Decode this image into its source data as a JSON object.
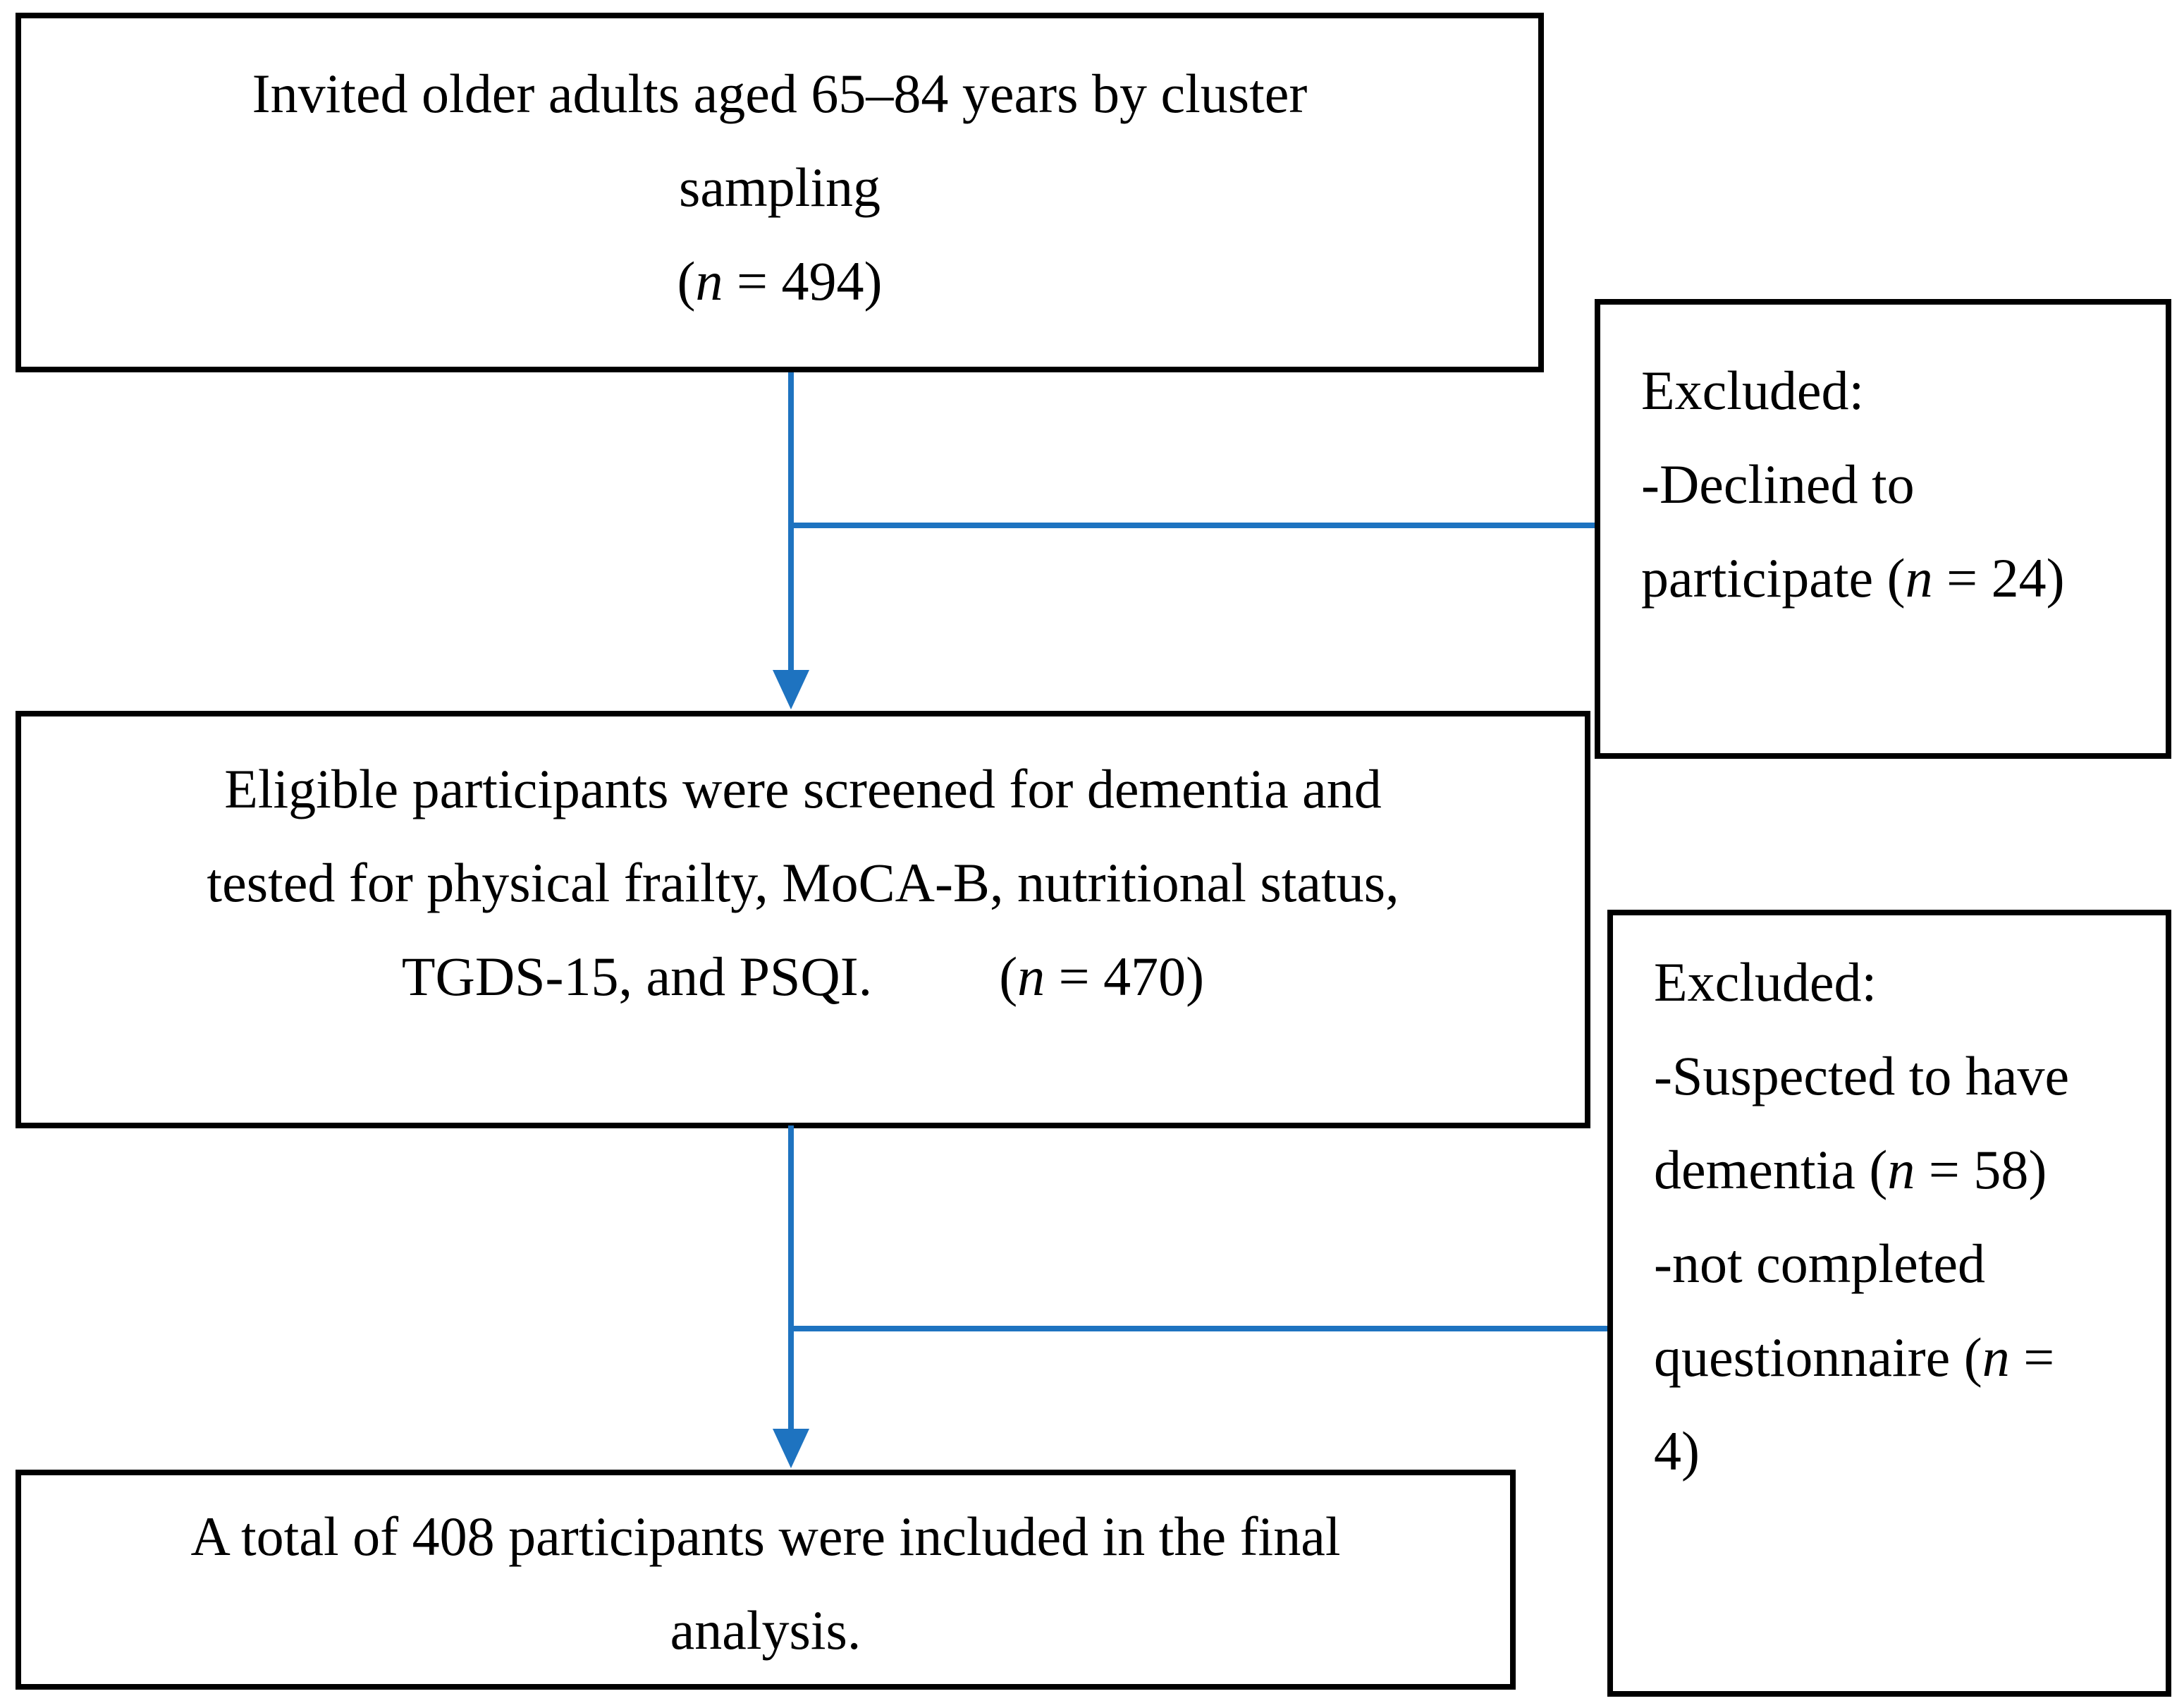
{
  "palette": {
    "connector_blue": "#1e73c0",
    "border_black": "#000000",
    "text_black": "#000000",
    "background": "#ffffff"
  },
  "figure": {
    "type": "participant-flow-diagram"
  },
  "boxes": {
    "invited": {
      "lines": [
        [
          {
            "t": "Invited older adults aged 65–84 years by cluster"
          }
        ],
        [
          {
            "t": "sampling"
          }
        ],
        [
          {
            "t": "("
          },
          {
            "t": "n",
            "i": true
          },
          {
            "t": " = 494)"
          }
        ]
      ]
    },
    "excluded_top": {
      "lines": [
        [
          {
            "t": "Excluded:"
          }
        ],
        [
          {
            "t": "-Declined to"
          }
        ],
        [
          {
            "t": "participate ("
          },
          {
            "t": "n",
            "i": true
          },
          {
            "t": " = 24)"
          }
        ]
      ]
    },
    "eligible": {
      "lines": [
        [
          {
            "t": "Eligible participants were screened for dementia and"
          }
        ],
        [
          {
            "t": "tested for physical frailty, MoCA-B, nutritional status,"
          }
        ],
        [
          {
            "t": "TGDS-15, and PSQI."
          },
          {
            "gap": true
          },
          {
            "t": "("
          },
          {
            "t": "n",
            "i": true
          },
          {
            "t": " = 470)"
          }
        ]
      ]
    },
    "excluded_bottom": {
      "lines": [
        [
          {
            "t": "Excluded:"
          }
        ],
        [
          {
            "t": "-Suspected to have"
          }
        ],
        [
          {
            "t": "dementia ("
          },
          {
            "t": "n",
            "i": true
          },
          {
            "t": " = 58)"
          }
        ],
        [
          {
            "t": "-not completed"
          }
        ],
        [
          {
            "t": "questionnaire ("
          },
          {
            "t": "n",
            "i": true
          },
          {
            "t": " ="
          }
        ],
        [
          {
            "t": "4)"
          }
        ]
      ]
    },
    "final": {
      "lines": [
        [
          {
            "t": "A total of 408 participants were included in the final"
          }
        ],
        [
          {
            "t": "analysis."
          }
        ]
      ]
    }
  }
}
